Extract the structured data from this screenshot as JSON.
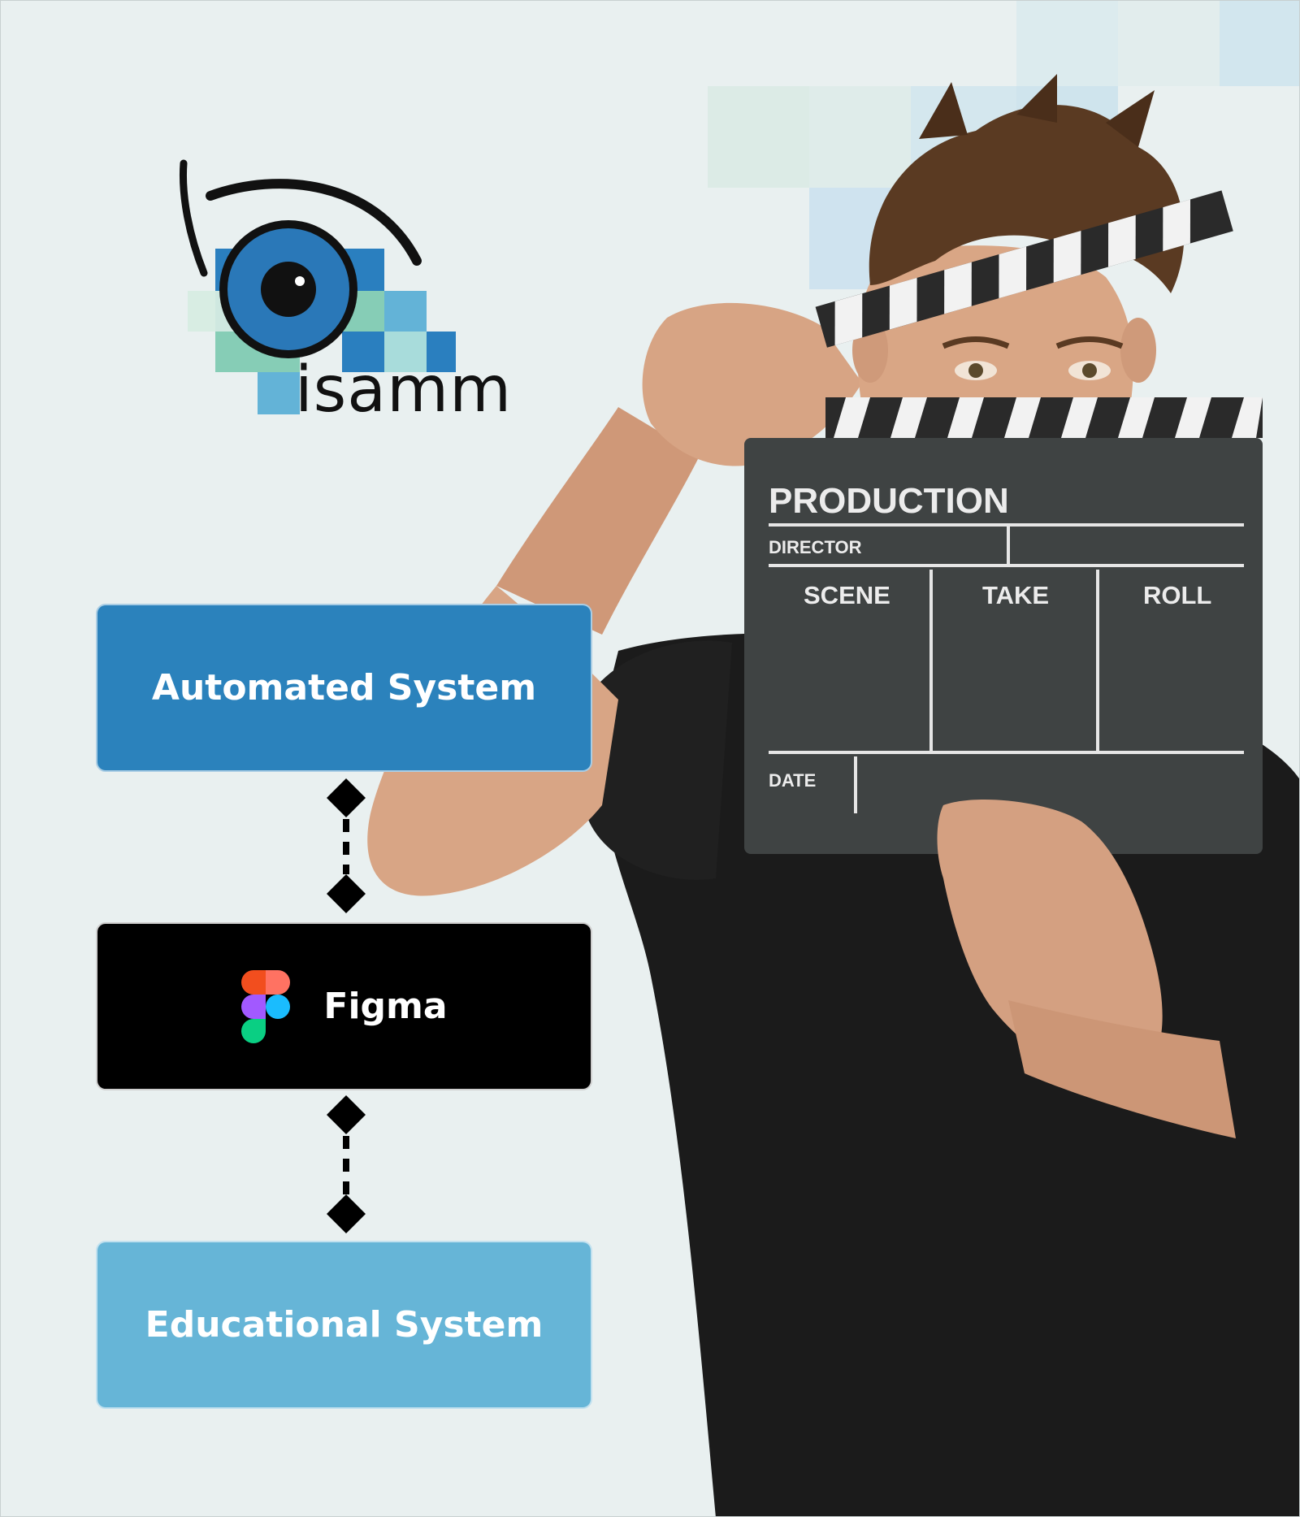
{
  "logo": {
    "wordmark": "isamm",
    "colors": {
      "iris": "#2a78b8",
      "arc": "#111111",
      "pixel_dark": "#2a7fbf",
      "pixel_mid": "#63b3d7",
      "pixel_light": "#86cdb6"
    }
  },
  "clapperboard": {
    "title": "PRODUCTION",
    "director": "DIRECTOR",
    "scene": "SCENE",
    "take": "TAKE",
    "roll": "ROLL",
    "date": "DATE"
  },
  "flow": {
    "nodes": [
      {
        "label": "Automated System",
        "color": "#2b82bc"
      },
      {
        "label": "Figma",
        "color": "#000000",
        "icon": "figma-icon"
      },
      {
        "label": "Educational System",
        "color": "#66b5d7"
      }
    ],
    "connector_style": "dashed-diamond"
  }
}
